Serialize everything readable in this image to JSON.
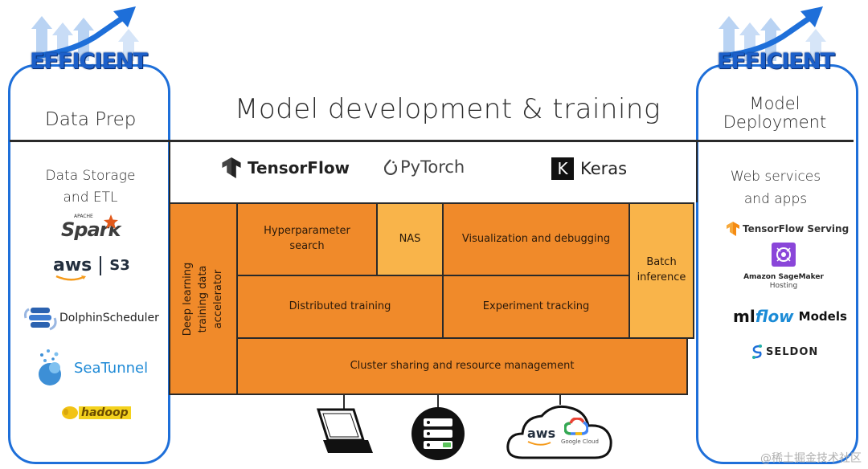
{
  "title": "Model development & training",
  "left_panel": {
    "badge": "EFFICIENT",
    "header": "Data Prep",
    "subheader_line1": "Data Storage",
    "subheader_line2": "and ETL",
    "tools": {
      "spark_small": "APACHE",
      "spark": "Spark",
      "aws": "aws",
      "s3": "S3",
      "dolphin": "DolphinScheduler",
      "seatunnel": "SeaTunnel",
      "hadoop": "hadoop"
    }
  },
  "right_panel": {
    "badge": "EFFICIENT",
    "header_line1": "Model",
    "header_line2": "Deployment",
    "subheader_line1": "Web services",
    "subheader_line2": "and apps",
    "tools": {
      "tfserving": "TensorFlow Serving",
      "sagemaker_line1": "Amazon SageMaker",
      "sagemaker_line2": "Hosting",
      "mlflow_ml": "ml",
      "mlflow_flow": "flow",
      "mlflow_models": "Models",
      "seldon": "SELDON"
    }
  },
  "frameworks": {
    "tensorflow": "TensorFlow",
    "pytorch": "PyTorch",
    "keras": "Keras",
    "keras_letter": "K"
  },
  "blocks": {
    "accelerator_line1": "Deep learning",
    "accelerator_line2": "training data",
    "accelerator_line3": "accelerator",
    "hyper_line1": "Hyperparameter",
    "hyper_line2": "search",
    "nas": "NAS",
    "viz": "Visualization and debugging",
    "batch_line1": "Batch",
    "batch_line2": "inference",
    "distributed": "Distributed training",
    "experiment": "Experiment tracking",
    "cluster": "Cluster sharing and resource management"
  },
  "infra": {
    "aws": "aws",
    "google_cloud": "Google Cloud"
  },
  "watermark": "@稀土掘金技术社区",
  "colors": {
    "orange": "#f08a2a",
    "light_orange": "#f9b44a",
    "panel_border": "#1e6fd9"
  }
}
